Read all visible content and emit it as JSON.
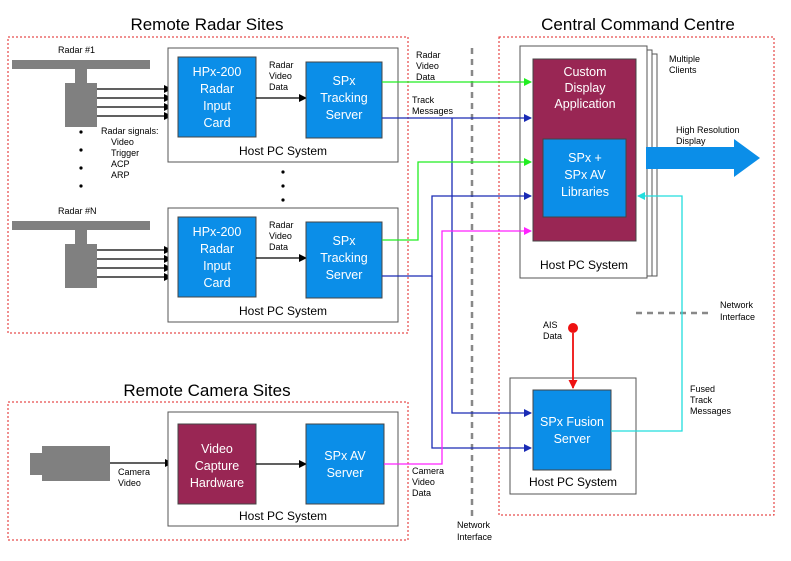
{
  "sections": {
    "remote_radar_title": "Remote Radar Sites",
    "central_title": "Central Command Centre",
    "remote_camera_title": "Remote Camera Sites"
  },
  "radar1": {
    "name": "Radar #1",
    "card": [
      "HPx-200",
      "Radar",
      "Input",
      "Card"
    ],
    "video_label": [
      "Radar",
      "Video",
      "Data"
    ],
    "tracker": [
      "SPx",
      "Tracking",
      "Server"
    ],
    "host": "Host PC System"
  },
  "radarN": {
    "name": "Radar #N",
    "card": [
      "HPx-200",
      "Radar",
      "Input",
      "Card"
    ],
    "video_label": [
      "Radar",
      "Video",
      "Data"
    ],
    "tracker": [
      "SPx",
      "Tracking",
      "Server"
    ],
    "host": "Host PC System"
  },
  "radar_signals": [
    "Radar signals:",
    "Video",
    "Trigger",
    "ACP",
    "ARP"
  ],
  "link_labels": {
    "radar_video": [
      "Radar",
      "Video",
      "Data"
    ],
    "track_messages": [
      "Track",
      "Messages"
    ],
    "multiple_clients": [
      "Multiple",
      "Clients"
    ],
    "high_res": [
      "High Resolution",
      "Display"
    ],
    "network_interface_legend": [
      "Network",
      "Interface"
    ],
    "network_interface_bottom": [
      "Network",
      "Interface"
    ],
    "ais": [
      "AIS",
      "Data"
    ],
    "fused": [
      "Fused",
      "Track",
      "Messages"
    ],
    "camera_video_out": [
      "Camera",
      "Video",
      "Data"
    ],
    "camera_video_in": [
      "Camera",
      "Video"
    ]
  },
  "central": {
    "display_app": [
      "Custom",
      "Display",
      "Application"
    ],
    "libraries": [
      "SPx +",
      "SPx AV",
      "Libraries"
    ],
    "host": "Host PC System"
  },
  "fusion": {
    "server": [
      "SPx Fusion",
      "Server"
    ],
    "host": "Host PC System"
  },
  "camera": {
    "capture": [
      "Video",
      "Capture",
      "Hardware"
    ],
    "av_server": [
      "SPx AV",
      "Server"
    ],
    "host": "Host PC System"
  },
  "colors": {
    "box_blue": "#0b8ee8",
    "box_maroon": "#992654",
    "green": "#22ee22",
    "navy": "#1a2bb5",
    "magenta": "#ff22ff",
    "cyan": "#22dddd",
    "red": "#ee1111",
    "region_border": "#e02020"
  }
}
